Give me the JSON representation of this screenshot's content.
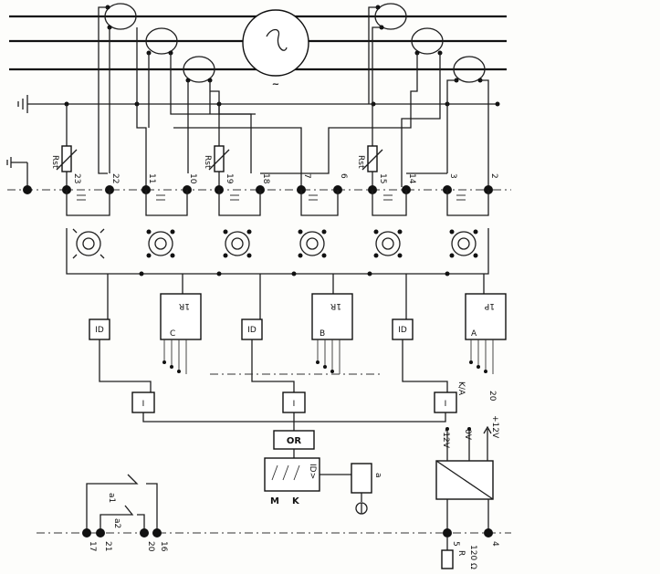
{
  "source_symbol": "~",
  "ground_label": "⏚",
  "resistors": {
    "r1": "Rst",
    "r2": "Rst",
    "r3": "Rst"
  },
  "terminals_top": [
    "23",
    "22",
    "11",
    "10",
    "19",
    "18",
    "7",
    "6",
    "15",
    "14",
    "3",
    "2"
  ],
  "relays": {
    "r1": "1R",
    "r2": "1R",
    "r3": "1P"
  },
  "relay_sub": {
    "r1": "C",
    "r2": "B",
    "r3": "A"
  },
  "id_boxes": {
    "b1": "ID",
    "b2": "ID",
    "b3": "ID"
  },
  "i_boxes": {
    "b1": "I",
    "b2": "I",
    "b3": "I"
  },
  "or_label": "OR",
  "main_box_label": "ID>",
  "main_box_mk": {
    "m": "M",
    "k": "K"
  },
  "output_box_label": "a",
  "psu_labels": {
    "plus12": "+12V",
    "zero": "0V",
    "minus12": "-12V"
  },
  "bottom_terminals": [
    "17",
    "21",
    "20",
    "16",
    "5",
    "4"
  ],
  "switch_labels": {
    "s1": "a1",
    "s2": "a2"
  },
  "bottom_r": {
    "r": "R",
    "val": "120 Ω"
  },
  "side_codes": {
    "c1": "20",
    "c2": "K/A"
  }
}
